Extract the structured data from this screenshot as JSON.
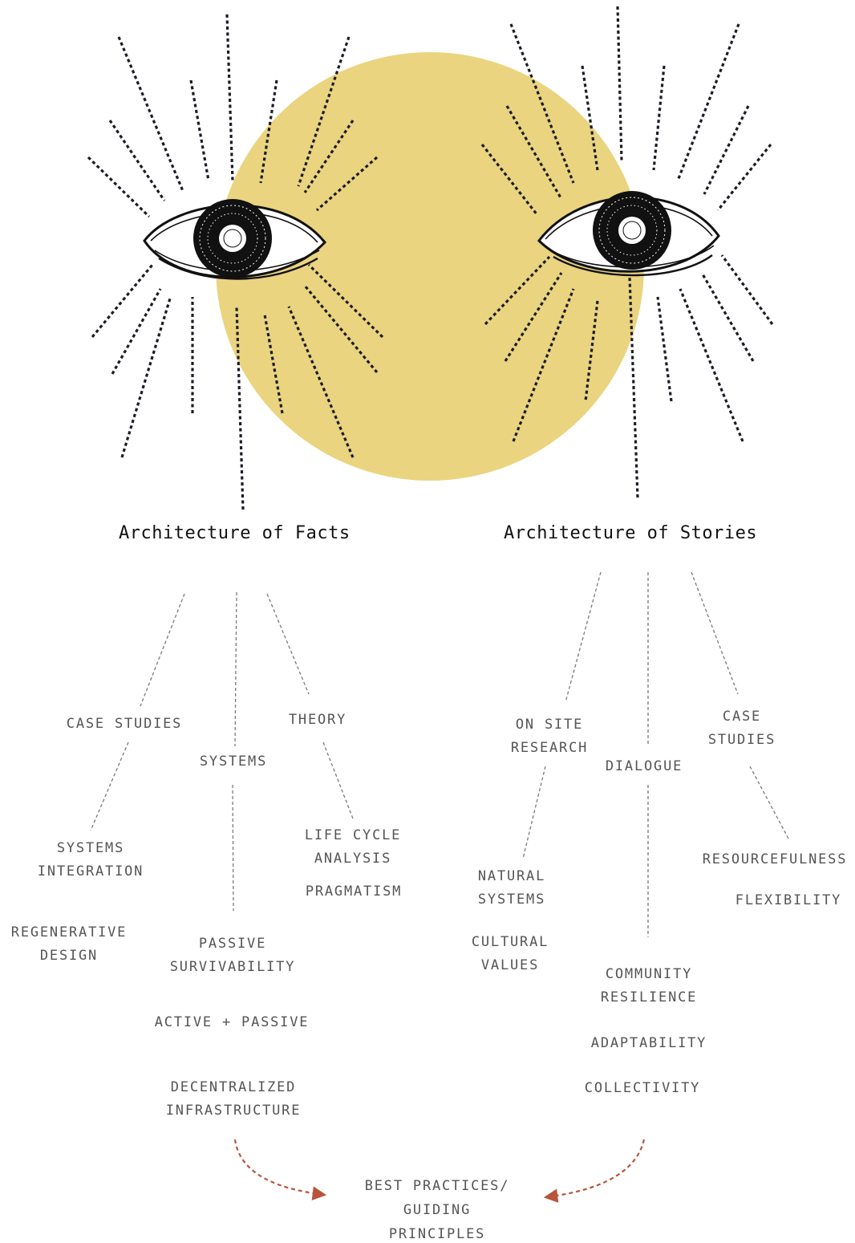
{
  "colors": {
    "sun": "#ead47f",
    "rays": "#1c1c26",
    "eye_outline": "#111111",
    "connector": "#7a7a7a",
    "label_text": "#555555",
    "heading_text": "#111111",
    "arrow": "#b8543a"
  },
  "icons": {
    "left_eye": "eye-icon",
    "right_eye": "eye-icon",
    "sun": "circle"
  },
  "headings": {
    "facts": "Architecture of Facts",
    "stories": "Architecture of Stories"
  },
  "facts": {
    "case_studies": [
      "CASE STUDIES"
    ],
    "systems": [
      "SYSTEMS"
    ],
    "theory": [
      "THEORY"
    ],
    "systems_integration": [
      "SYSTEMS",
      "INTEGRATION"
    ],
    "regenerative_design": [
      "REGENERATIVE",
      "DESIGN"
    ],
    "passive_survivability": [
      "PASSIVE",
      "SURVIVABILITY"
    ],
    "active_passive": [
      "ACTIVE + PASSIVE"
    ],
    "decentralized_infrastructure": [
      "DECENTRALIZED",
      "INFRASTRUCTURE"
    ],
    "life_cycle_analysis": [
      "LIFE CYCLE",
      "ANALYSIS"
    ],
    "pragmatism": [
      "PRAGMATISM"
    ]
  },
  "stories": {
    "on_site_research": [
      "ON SITE",
      "RESEARCH"
    ],
    "dialogue": [
      "DIALOGUE"
    ],
    "case_studies": [
      "CASE",
      "STUDIES"
    ],
    "natural_systems": [
      "NATURAL",
      "SYSTEMS"
    ],
    "cultural_values": [
      "CULTURAL",
      "VALUES"
    ],
    "community_resilience": [
      "COMMUNITY",
      "RESILIENCE"
    ],
    "adaptability": [
      "ADAPTABILITY"
    ],
    "collectivity": [
      "COLLECTIVITY"
    ],
    "resourcefulness": [
      "RESOURCEFULNESS"
    ],
    "flexibility": [
      "FLEXIBILITY"
    ]
  },
  "outcome": [
    "BEST PRACTICES/",
    "GUIDING",
    "PRINCIPLES"
  ]
}
